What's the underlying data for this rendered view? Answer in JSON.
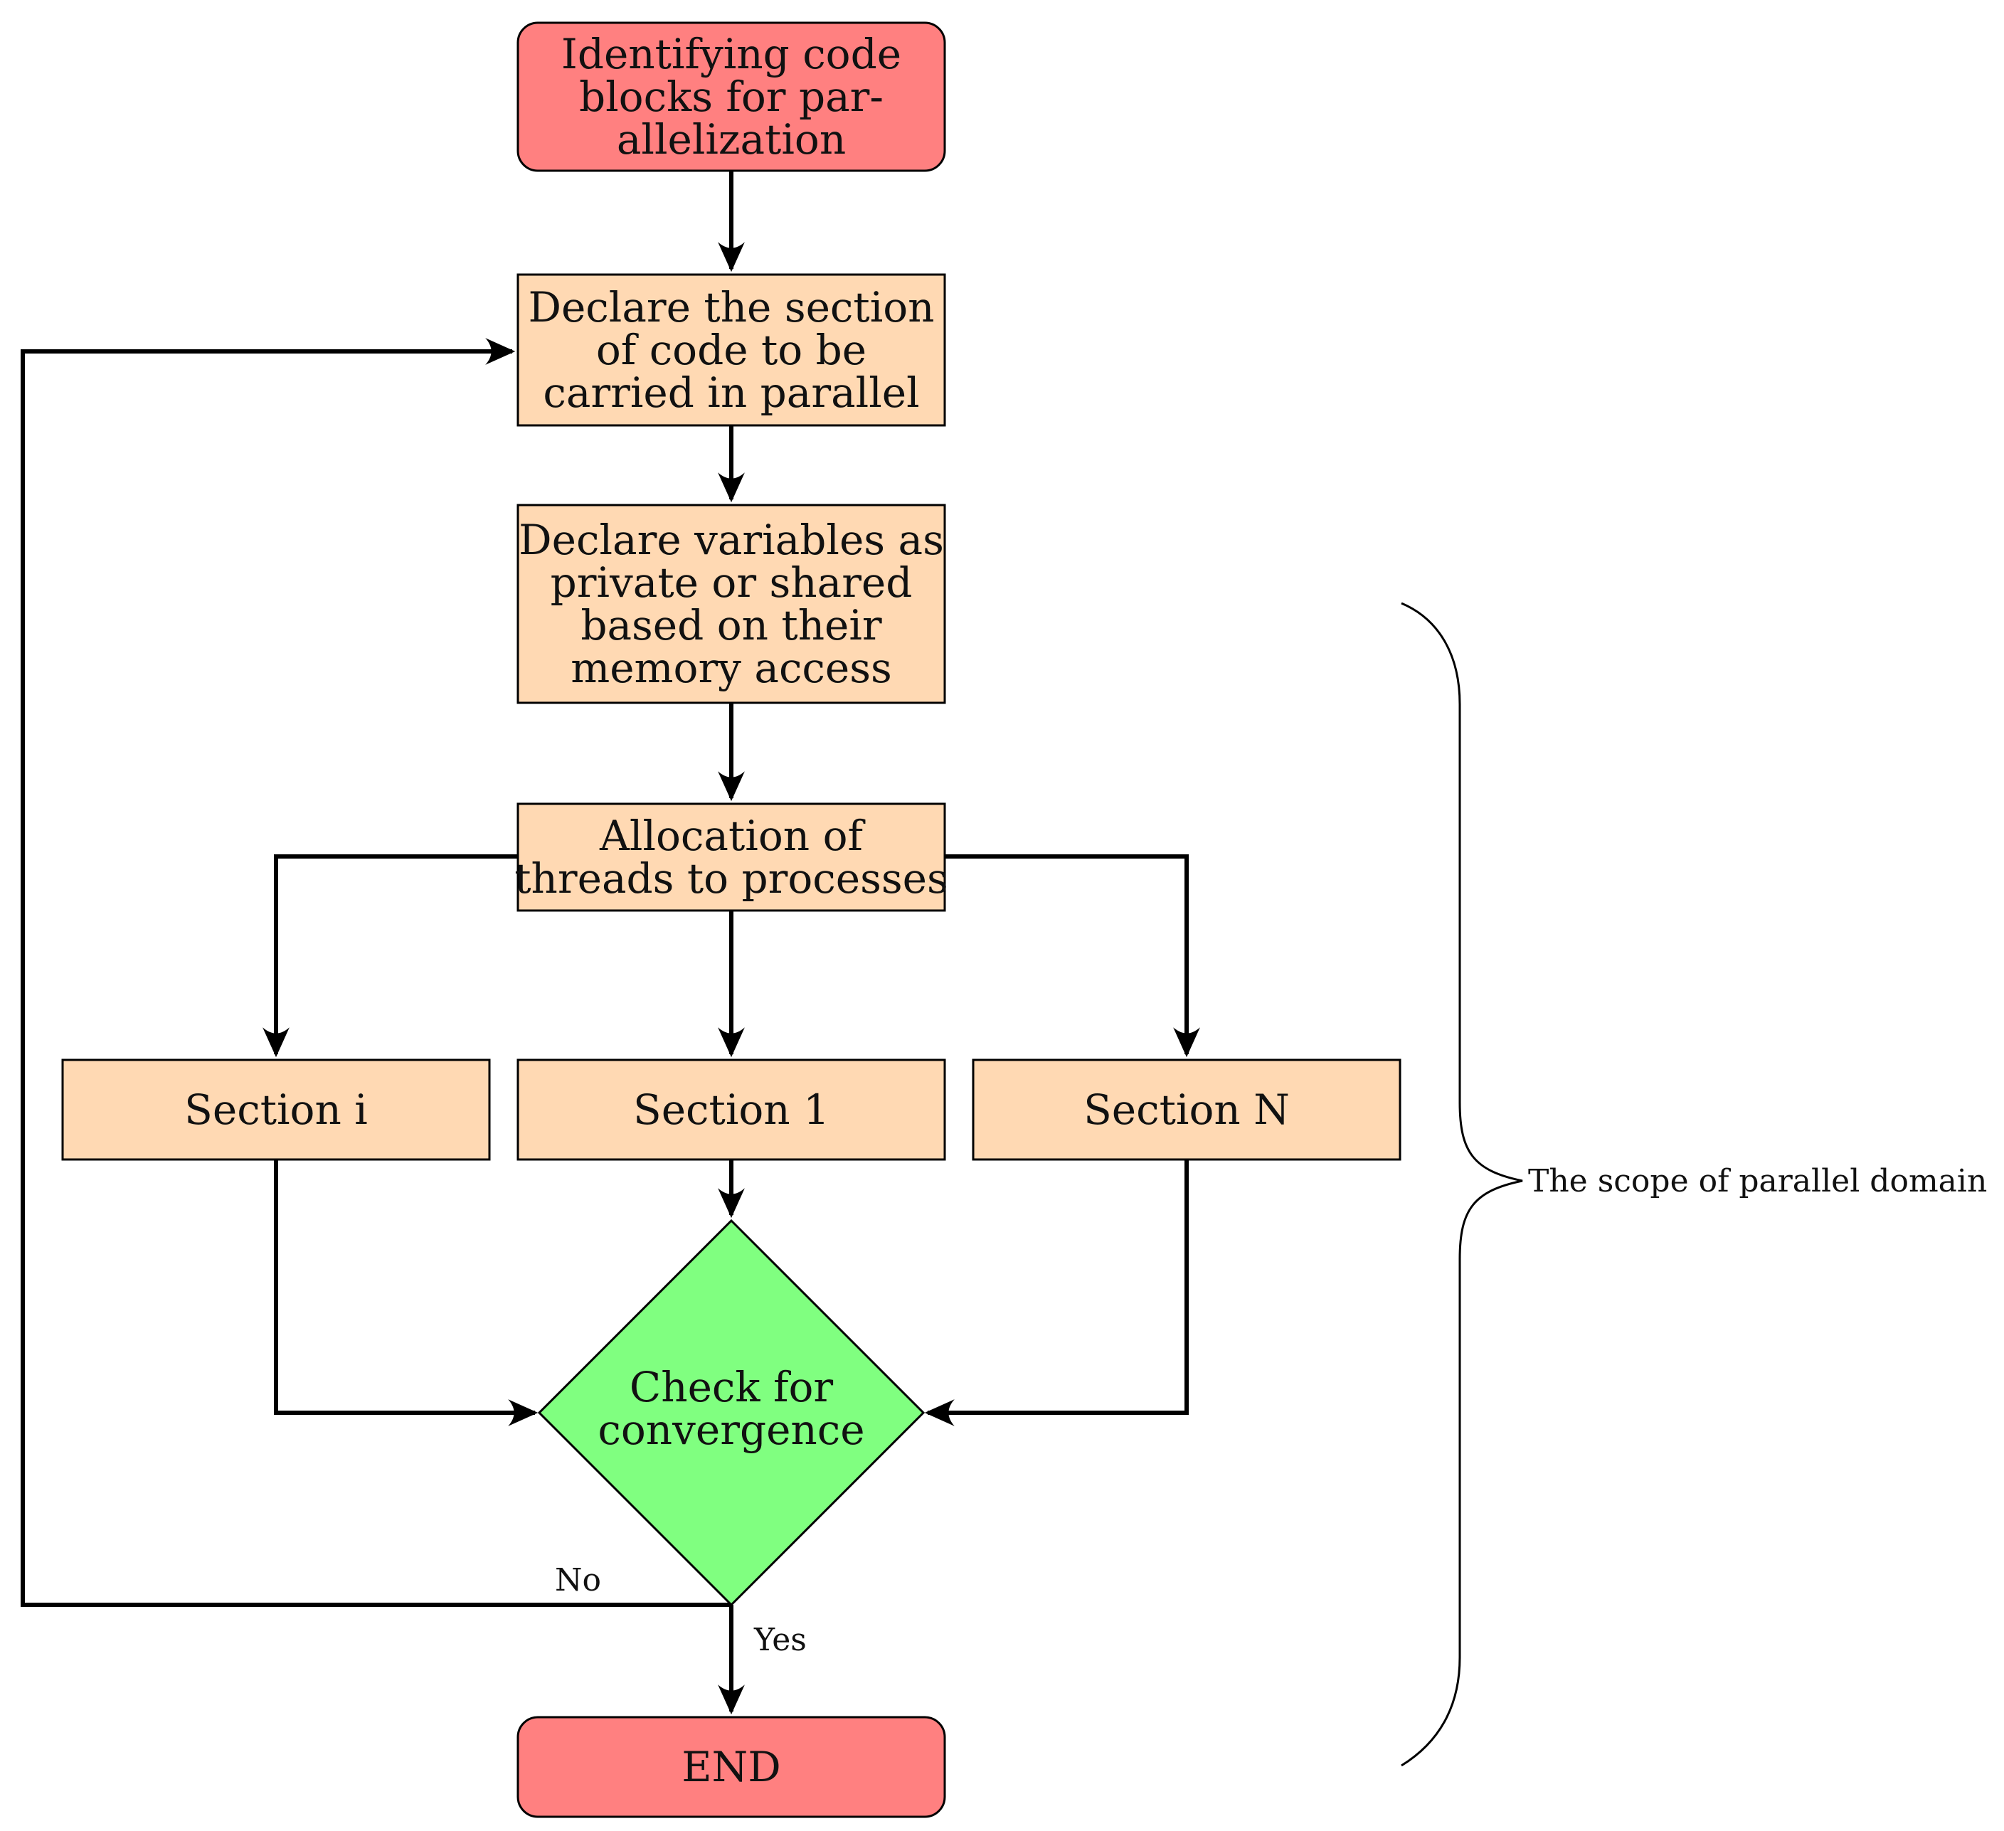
{
  "colors": {
    "terminal": "#ff8080",
    "process": "#ffd9b3",
    "decision": "#80ff80",
    "stroke": "#000000"
  },
  "nodes": {
    "start": [
      "Identifying code",
      "blocks for par-",
      "allelization"
    ],
    "declare_section": [
      "Declare the section",
      "of code to be",
      "carried in parallel"
    ],
    "declare_vars": [
      "Declare variables as",
      "private or shared",
      "based on their",
      "memory access"
    ],
    "allocation": [
      "Allocation of",
      "threads to processes"
    ],
    "section_i": [
      "Section i"
    ],
    "section_1": [
      "Section 1"
    ],
    "section_n": [
      "Section N"
    ],
    "check": [
      "Check for",
      "convergence"
    ],
    "end": [
      "END"
    ]
  },
  "edge_labels": {
    "no": "No",
    "yes": "Yes"
  },
  "brace_label": "The scope of parallel domain"
}
